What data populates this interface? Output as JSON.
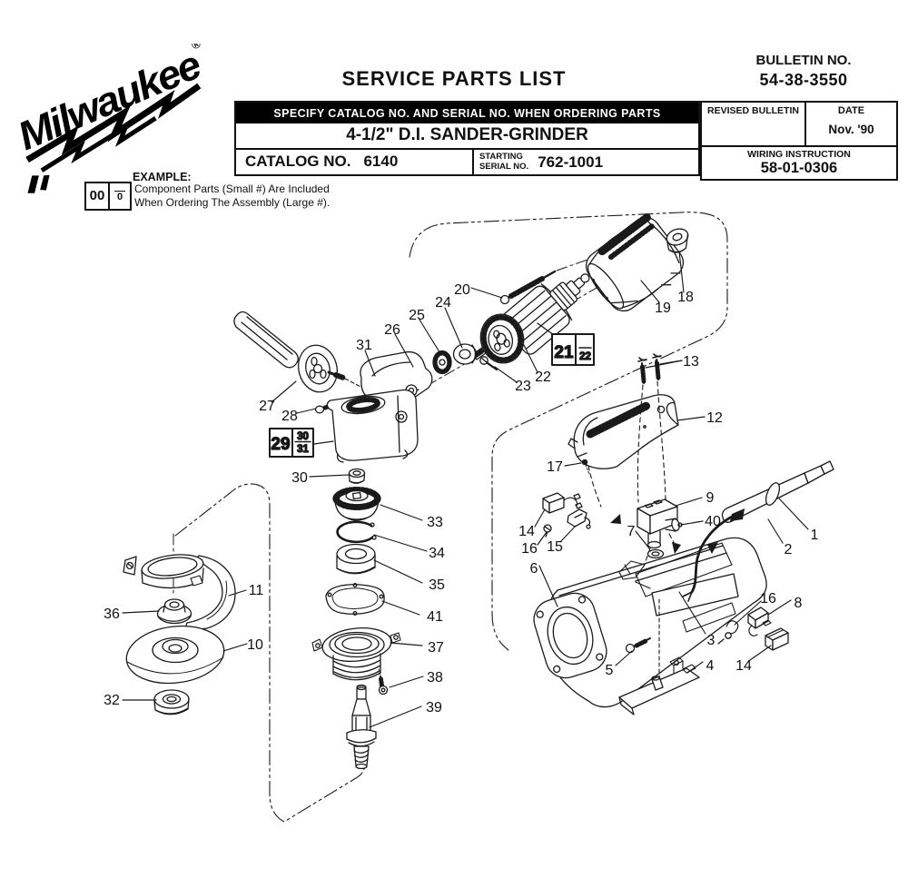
{
  "header": {
    "brand": "Milwaukee",
    "registered": "®",
    "title": "SERVICE PARTS LIST",
    "bulletin_label": "BULLETIN NO.",
    "bulletin_no": "54-38-3550",
    "specify_bar": "SPECIFY CATALOG NO. AND SERIAL NO. WHEN ORDERING PARTS",
    "product": "4-1/2\" D.I. SANDER-GRINDER",
    "catalog_label": "CATALOG NO.",
    "catalog_no": "6140",
    "starting_line1": "STARTING",
    "starting_line2": "SERIAL NO.",
    "starting_serial": "762-1001",
    "revised_bulletin_label": "REVISED BULLETIN",
    "date_label": "DATE",
    "date_value": "Nov. '90",
    "wiring_label": "WIRING INSTRUCTION",
    "wiring_no": "58-01-0306"
  },
  "example": {
    "label": "EXAMPLE:",
    "box_large": "00",
    "box_small": "0",
    "line1": "Component Parts (Small #) Are Included",
    "line2": "When Ordering The Assembly (Large #)."
  },
  "diagram": {
    "callout_boxes": {
      "armature": {
        "large": "21",
        "small": "22"
      },
      "gearcase": {
        "large": "29",
        "small_top": "30",
        "small_bottom": "31"
      }
    },
    "labels": {
      "p1": "1",
      "p2": "2",
      "p3": "3",
      "p4": "4",
      "p5": "5",
      "p6": "6",
      "p7": "7",
      "p8": "8",
      "p9": "9",
      "p10": "10",
      "p11": "11",
      "p12": "12",
      "p13": "13",
      "p14": "14",
      "p14b": "14",
      "p15": "15",
      "p16": "16",
      "p16b": "16",
      "p17": "17",
      "p18": "18",
      "p19": "19",
      "p20": "20",
      "p22": "22",
      "p23": "23",
      "p24": "24",
      "p25": "25",
      "p26": "26",
      "p27": "27",
      "p28": "28",
      "p30": "30",
      "p31": "31",
      "p32": "32",
      "p33": "33",
      "p34": "34",
      "p35": "35",
      "p36": "36",
      "p37": "37",
      "p38": "38",
      "p39": "39",
      "p40": "40",
      "p41": "41"
    }
  }
}
